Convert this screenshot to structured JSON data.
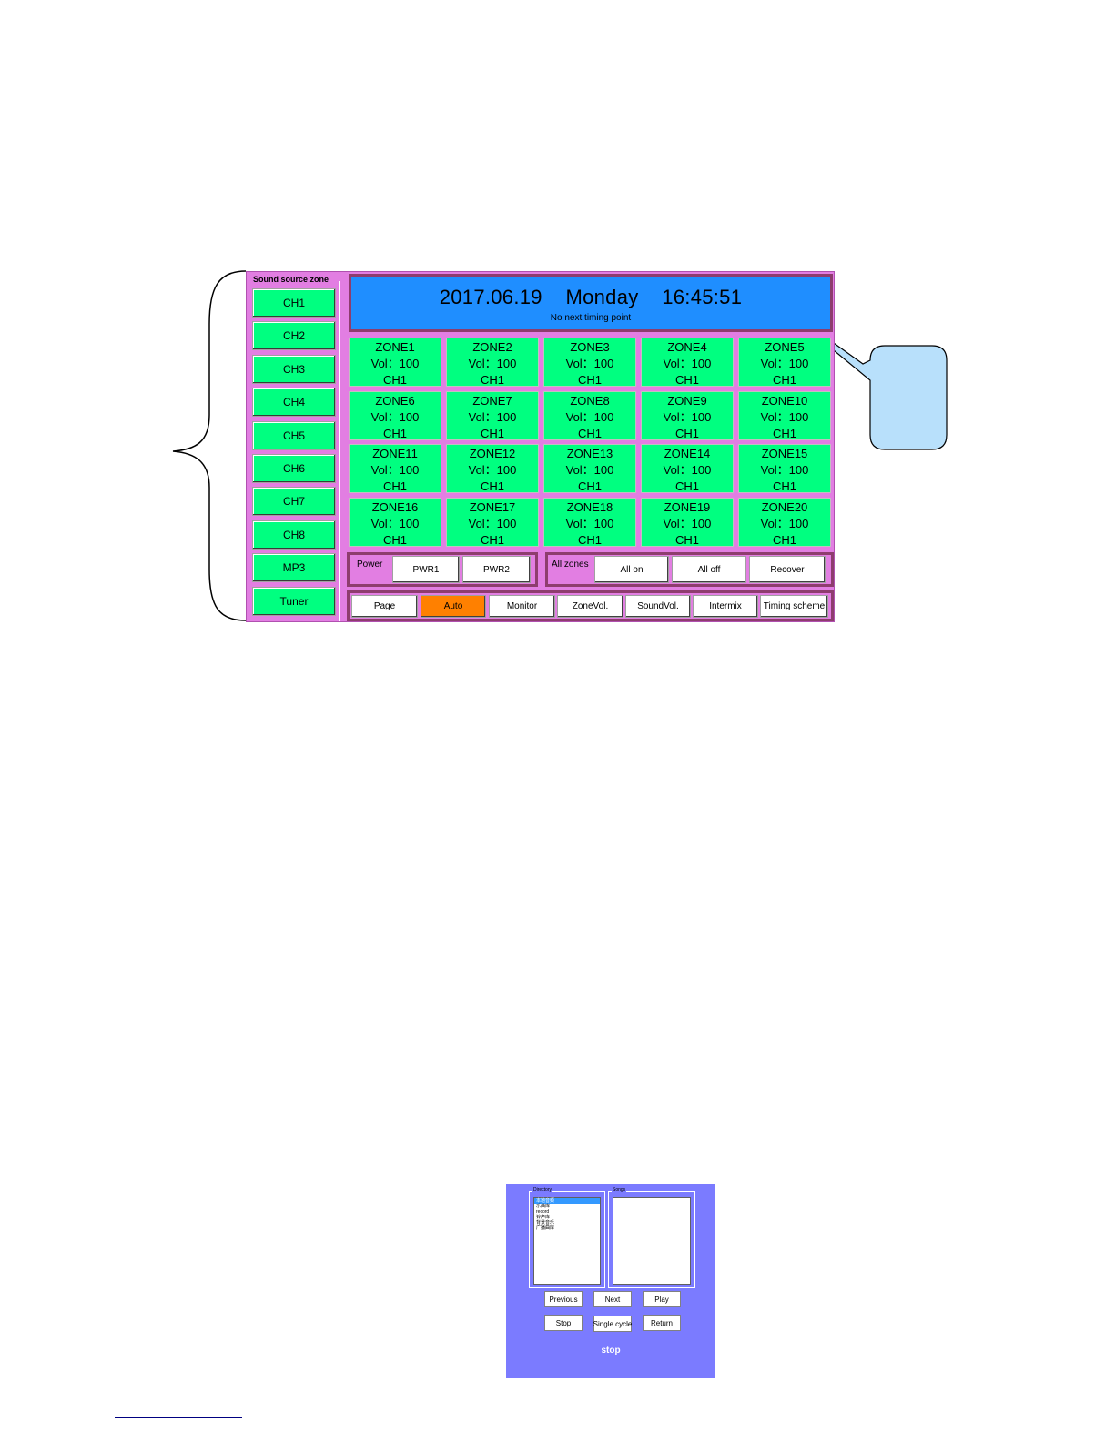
{
  "header": {
    "date": "2017.06.19",
    "weekday": "Monday",
    "time": "16:45:51",
    "next_timing": "No next timing point"
  },
  "sources": {
    "title": "Sound source zone",
    "items": [
      "CH1",
      "CH2",
      "CH3",
      "CH4",
      "CH5",
      "CH6",
      "CH7",
      "CH8",
      "MP3",
      "Tuner"
    ]
  },
  "zones": [
    {
      "name": "ZONE1",
      "vol": "Vol：100",
      "ch": "CH1"
    },
    {
      "name": "ZONE2",
      "vol": "Vol：100",
      "ch": "CH1"
    },
    {
      "name": "ZONE3",
      "vol": "Vol：100",
      "ch": "CH1"
    },
    {
      "name": "ZONE4",
      "vol": "Vol：100",
      "ch": "CH1"
    },
    {
      "name": "ZONE5",
      "vol": "Vol：100",
      "ch": "CH1"
    },
    {
      "name": "ZONE6",
      "vol": "Vol：100",
      "ch": "CH1"
    },
    {
      "name": "ZONE7",
      "vol": "Vol：100",
      "ch": "CH1"
    },
    {
      "name": "ZONE8",
      "vol": "Vol：100",
      "ch": "CH1"
    },
    {
      "name": "ZONE9",
      "vol": "Vol：100",
      "ch": "CH1"
    },
    {
      "name": "ZONE10",
      "vol": "Vol：100",
      "ch": "CH1"
    },
    {
      "name": "ZONE11",
      "vol": "Vol：100",
      "ch": "CH1"
    },
    {
      "name": "ZONE12",
      "vol": "Vol：100",
      "ch": "CH1"
    },
    {
      "name": "ZONE13",
      "vol": "Vol：100",
      "ch": "CH1"
    },
    {
      "name": "ZONE14",
      "vol": "Vol：100",
      "ch": "CH1"
    },
    {
      "name": "ZONE15",
      "vol": "Vol：100",
      "ch": "CH1"
    },
    {
      "name": "ZONE16",
      "vol": "Vol：100",
      "ch": "CH1"
    },
    {
      "name": "ZONE17",
      "vol": "Vol：100",
      "ch": "CH1"
    },
    {
      "name": "ZONE18",
      "vol": "Vol：100",
      "ch": "CH1"
    },
    {
      "name": "ZONE19",
      "vol": "Vol：100",
      "ch": "CH1"
    },
    {
      "name": "ZONE20",
      "vol": "Vol：100",
      "ch": "CH1"
    }
  ],
  "power": {
    "label": "Power",
    "buttons": [
      "PWR1",
      "PWR2"
    ]
  },
  "all_zones": {
    "label": "All zones",
    "buttons": [
      "All on",
      "All off",
      "Recover"
    ]
  },
  "modes": {
    "buttons": [
      "Page",
      "Auto",
      "Monitor",
      "ZoneVol.",
      "SoundVol.",
      "Intermix",
      "Timing scheme"
    ],
    "active": "Auto"
  },
  "colors": {
    "panel_bg": "#e27ee2",
    "header_bg": "#1f8eff",
    "zone_bg": "#00ff80",
    "active_mode": "#ff8000",
    "player_bg": "#7b7bff",
    "callout_bg": "#b8e0fb"
  },
  "player": {
    "directory_label": "Directory",
    "songs_label": "Songs",
    "directory_items": [
      "本地音频",
      "乐曲库",
      "record",
      "铃声库",
      "背景音乐",
      "广播曲库"
    ],
    "selected_directory_index": 0,
    "buttons": [
      "Previous",
      "Next",
      "Play",
      "Stop",
      "Single cycle",
      "Return"
    ],
    "status": "stop"
  }
}
